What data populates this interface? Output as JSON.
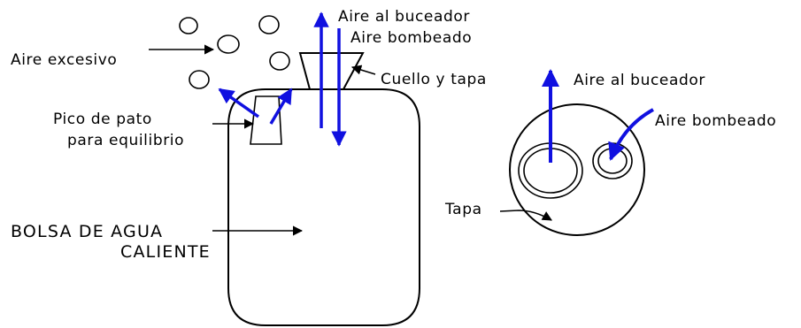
{
  "labels": {
    "aire_excesivo": "Aire excesivo",
    "aire_al_buceador": "Aire al buceador",
    "aire_bombeado": "Aire bombeado",
    "cuello_y_tapa": "Cuello y tapa",
    "pico_line1": "Pico de pato",
    "pico_line2": "para equilibrio",
    "bolsa_line1": "BOLSA DE AGUA",
    "bolsa_line2": "CALIENTE",
    "aire_al_buceador_2": "Aire al buceador",
    "aire_bombeado_2": "Aire bombeado",
    "tapa": "Tapa"
  },
  "colors": {
    "air_flow": "#1010e0",
    "ink": "#000000",
    "background": "#ffffff"
  }
}
